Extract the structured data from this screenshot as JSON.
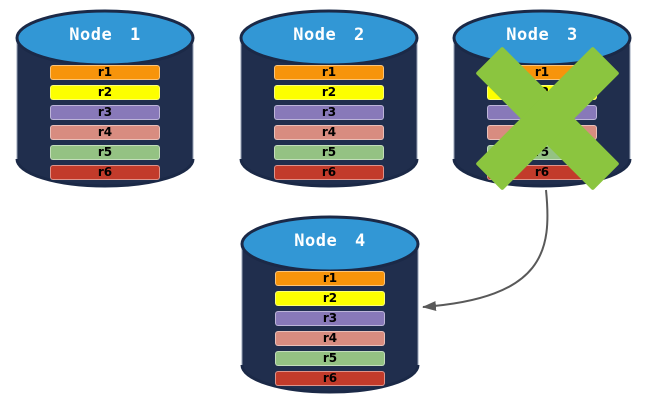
{
  "diagram": {
    "type": "database-replication-failover",
    "nodes": [
      {
        "label": "Node 1",
        "failed": false
      },
      {
        "label": "Node 2",
        "failed": false
      },
      {
        "label": "Node 3",
        "failed": true
      },
      {
        "label": "Node 4",
        "failed": false
      }
    ],
    "rows": [
      "r1",
      "r2",
      "r3",
      "r4",
      "r5",
      "r6"
    ],
    "row_colors": [
      "#F7940B",
      "#FDFF00",
      "#8879B9",
      "#D88C80",
      "#94C283",
      "#C23B2B"
    ],
    "colors": {
      "cylinder_body": "#202E4D",
      "cylinder_top": "#3297D5",
      "cylinder_rim": "#1B2947",
      "cylinder_edge_highlight": "#96A0B4",
      "failure_x": "#8BC53F",
      "arrow": "#595959",
      "row_text": "#000000",
      "node_text": "#FFFFFF"
    },
    "annotations": {
      "failed_node": "Node 3",
      "failure_icon": "x-mark",
      "arrow_from": "Node 3",
      "arrow_to": "Node 4"
    }
  }
}
